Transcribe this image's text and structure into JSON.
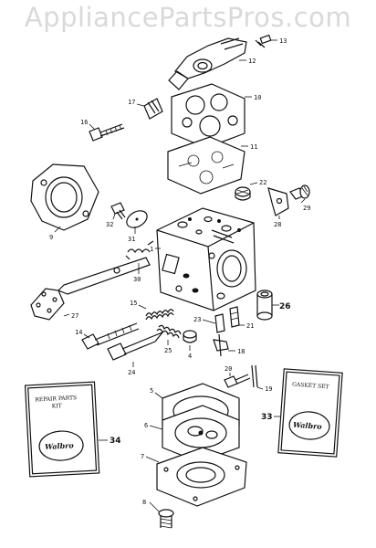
{
  "watermark": "AppliancePartsPros.com",
  "callouts": [
    {
      "id": "c13",
      "label": "13"
    },
    {
      "id": "c12",
      "label": "12"
    },
    {
      "id": "c10",
      "label": "10"
    },
    {
      "id": "c17",
      "label": "17"
    },
    {
      "id": "c16",
      "label": "16"
    },
    {
      "id": "c11",
      "label": "11"
    },
    {
      "id": "c9",
      "label": "9"
    },
    {
      "id": "c32",
      "label": "32"
    },
    {
      "id": "c22",
      "label": "22"
    },
    {
      "id": "c29",
      "label": "29"
    },
    {
      "id": "c28",
      "label": "28"
    },
    {
      "id": "c31",
      "label": "31"
    },
    {
      "id": "c30",
      "label": "30"
    },
    {
      "id": "c1",
      "label": "1"
    },
    {
      "id": "c27",
      "label": "27"
    },
    {
      "id": "c15",
      "label": "15"
    },
    {
      "id": "c26",
      "label": "26"
    },
    {
      "id": "c14",
      "label": "14"
    },
    {
      "id": "c23",
      "label": "23"
    },
    {
      "id": "c21",
      "label": "21"
    },
    {
      "id": "c25",
      "label": "25"
    },
    {
      "id": "c4",
      "label": "4"
    },
    {
      "id": "c18",
      "label": "18"
    },
    {
      "id": "c24",
      "label": "24"
    },
    {
      "id": "c20",
      "label": "20"
    },
    {
      "id": "c19",
      "label": "19"
    },
    {
      "id": "c5",
      "label": "5"
    },
    {
      "id": "c6",
      "label": "6"
    },
    {
      "id": "c34",
      "label": "34"
    },
    {
      "id": "c33",
      "label": "33"
    },
    {
      "id": "c7",
      "label": "7"
    },
    {
      "id": "c8",
      "label": "8"
    }
  ],
  "cards": {
    "repair": {
      "line1": "REPAIR PARTS",
      "line2": "KIT",
      "logo": "Walbro"
    },
    "gasket": {
      "line1": "GASKET SET",
      "logo": "Walbro"
    }
  }
}
